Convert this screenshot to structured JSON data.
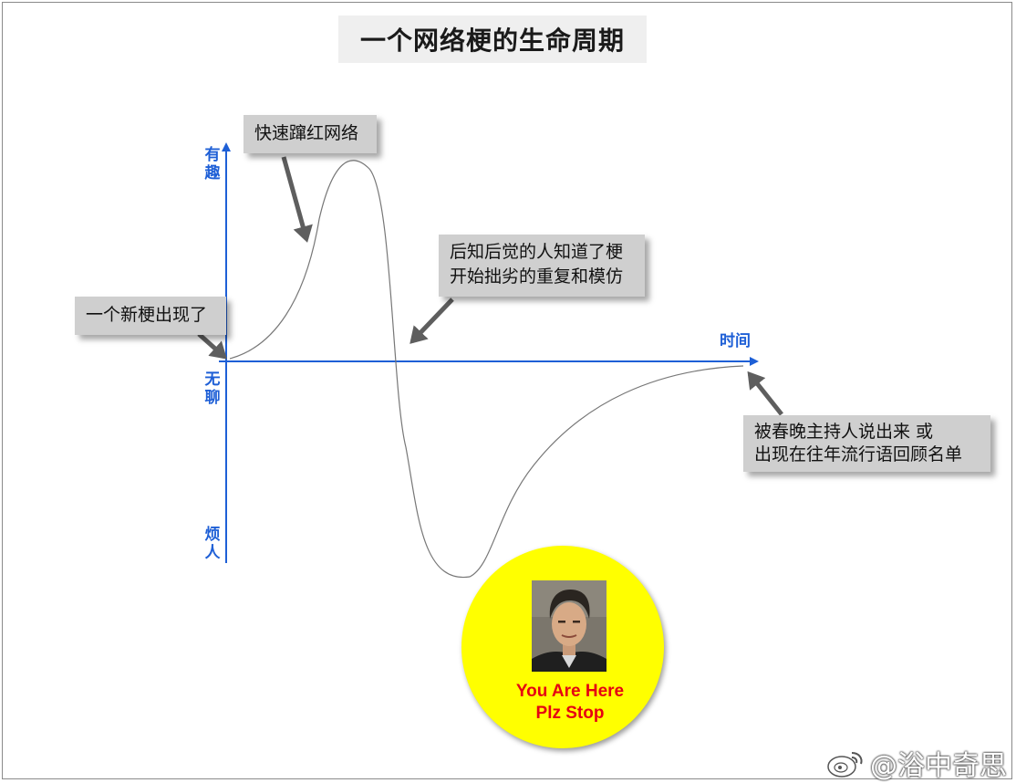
{
  "title": "一个网络梗的生命周期",
  "axes": {
    "y_top": "有趣",
    "y_middle": "无聊",
    "y_bottom": "烦人",
    "x": "时间"
  },
  "callouts": {
    "appear": "一个新梗出现了",
    "viral": "快速蹿红网络",
    "latecomers": [
      "后知后觉的人知道了梗",
      "开始拙劣的重复和模仿"
    ],
    "gala": [
      "被春晚主持人说出来 或",
      "出现在往年流行语回顾名单"
    ]
  },
  "marker": {
    "line1": "You Are Here",
    "line2": "Plz Stop"
  },
  "watermark": "@浴中奇思",
  "colors": {
    "axis": "#1e5fd6",
    "curve": "#777777",
    "callout_bg": "#cfcfcf",
    "marker_bg": "#ffff00",
    "marker_text": "#e60012"
  }
}
